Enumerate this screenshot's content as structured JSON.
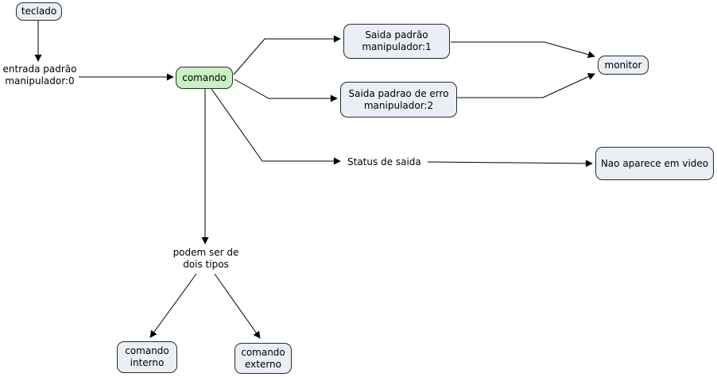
{
  "diagram": {
    "title": "concept map: shell command standard streams",
    "nodes": {
      "teclado": "teclado",
      "comando": "comando",
      "saida_padrao": "Saida padrão\nmanipulador:1",
      "saida_erro": "Saida padrao de erro\nmanipulador:2",
      "monitor": "monitor",
      "nao_aparece": "Nao aparece em video",
      "interno": "comando\ninterno",
      "externo": "comando\nexterno"
    },
    "links": {
      "entrada": "entrada padrão\nmanipulador:0",
      "status": "Status de saida",
      "podem": "podem ser de\ndois tipos"
    },
    "colors": {
      "background": "#ffffff",
      "node_fill": "#e9eff4",
      "node_border": "#2b2b2b",
      "highlight_fill": "#c8f2c0",
      "line": "#000000"
    }
  }
}
